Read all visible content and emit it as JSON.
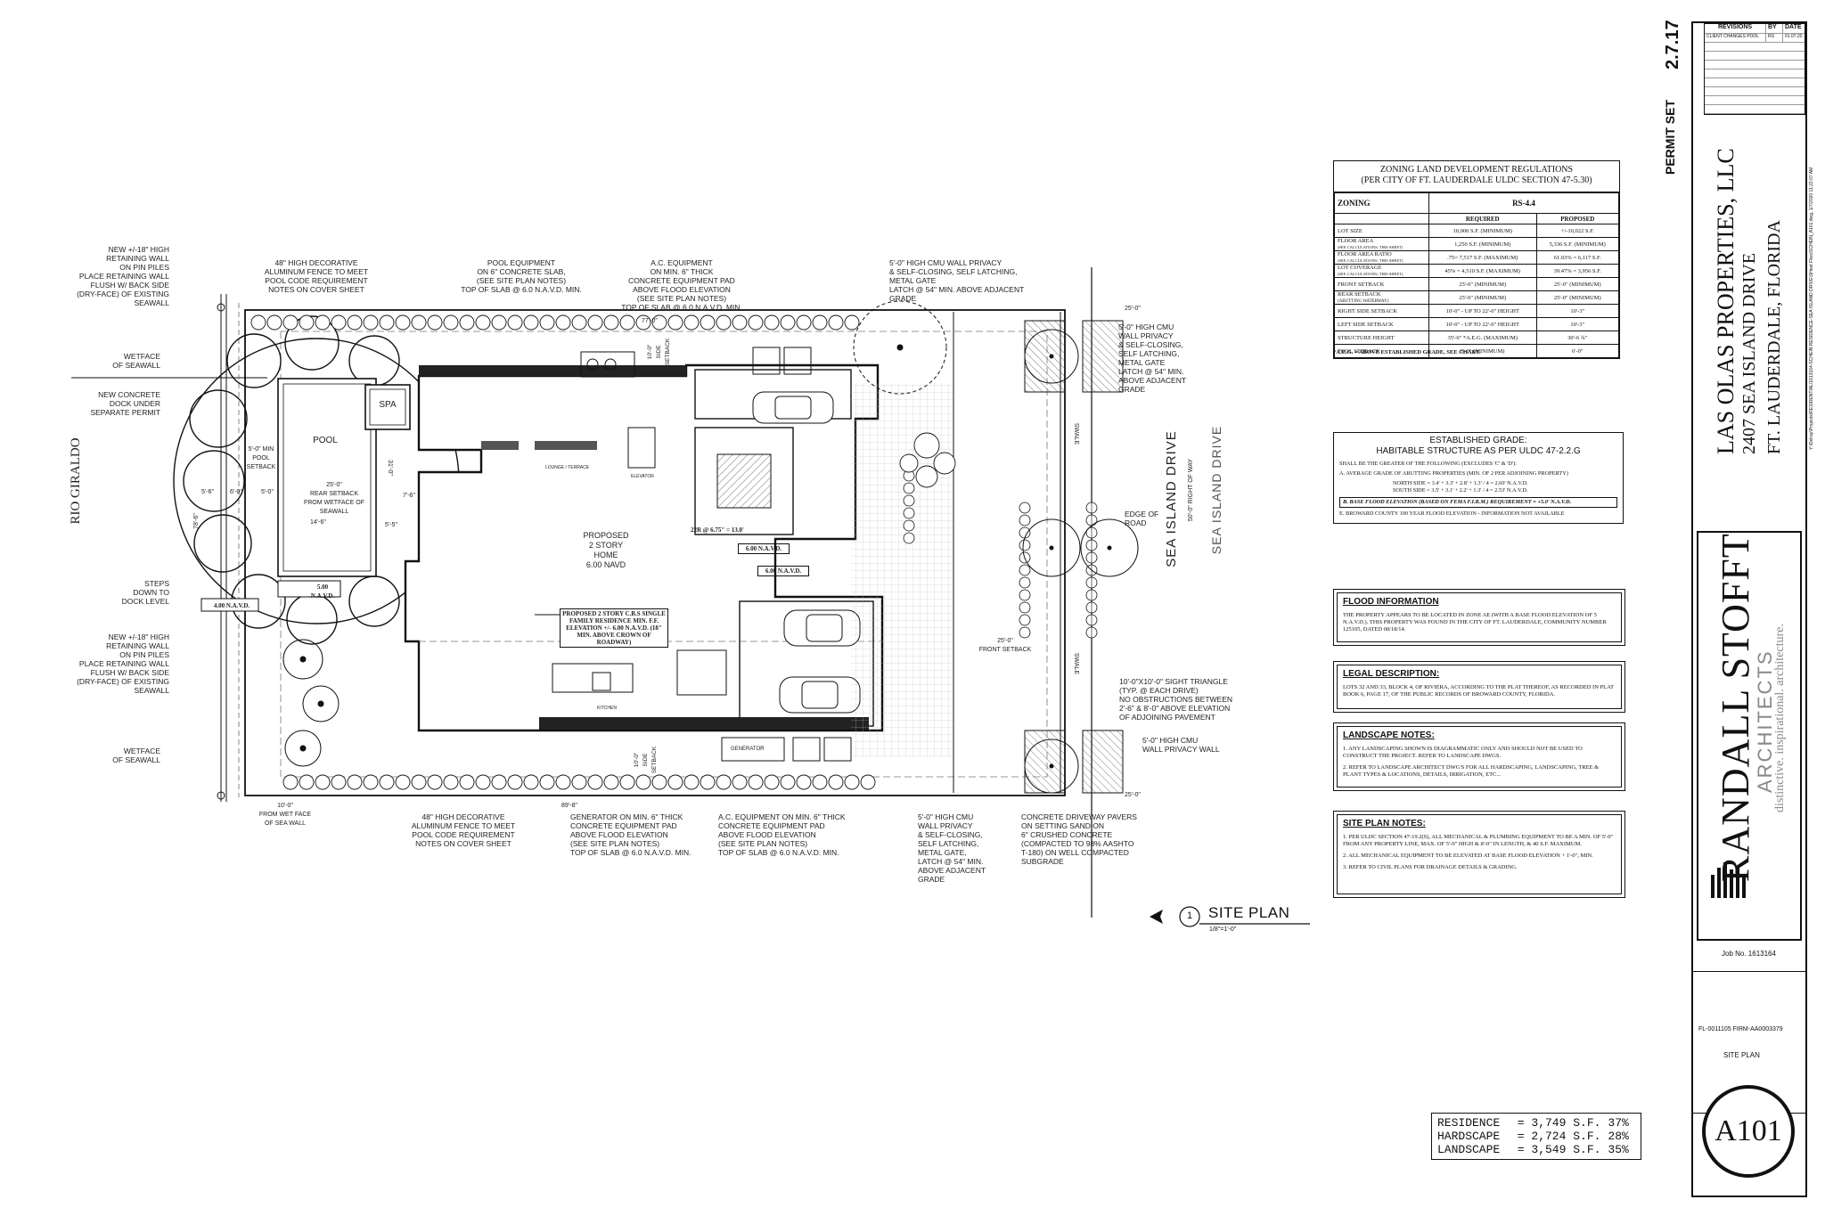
{
  "plan": {
    "title": "SITE PLAN",
    "scale": "1/8\"=1'-0\"",
    "callout_number": "1",
    "labels": {
      "rio_giraldo": "RIO GIRALDO",
      "street_main": "SEA ISLAND DRIVE",
      "street_sub": "SEA ISLAND DRIVE",
      "right_of_way": "50'-0\" RIGHT OF WAY",
      "pool": "POOL",
      "spa": "SPA",
      "home": "PROPOSED\n2 STORY\nHOME\n6.00 NAVD",
      "home_note": "PROPOSED 2 STORY C.B.S SINGLE FAMILY RESIDENCE MIN. F.F. ELEVATION +/- 6.00 N.A.V.D. (18\" MIN. ABOVE CROWN OF ROADWAY)",
      "navd_500": "5.00 N.A.V.D.",
      "navd_400": "4.00 N.A.V.D.",
      "navd_600a": "6.00 N.A.V.D.",
      "navd_600b": "6.00 N.A.V.D.",
      "stair": "22R @ 6.75\" = 13.0'",
      "edge_of_road": "EDGE OF\nROAD",
      "front_setback": "25'-0\"\nFRONT SETBACK",
      "rear_setback": "25'-0\"\nREAR SETBACK\nFROM WETFACE OF SEAWALL",
      "pool_setback": "5'-0\" MIN\nPOOL\nSETBACK",
      "side_setback_top": "10'-0\"\nSIDE\nSETBACK",
      "side_setback_bot": "10'-0\"\nSIDE\nSETBACK",
      "swale_top": "SWALE",
      "swale_bot": "SWALE",
      "dim_77": "77'-0\"",
      "dim_89": "89'-8\"",
      "dim_148": "14'-6\"",
      "dim_10": "10'-0\"\nFROM WET FACE\nOF SEA WALL",
      "dim_25a": "25'-0\"",
      "dim_25b": "25'-0\"",
      "dim_786": "78'-6\"",
      "dim_31": "31'-0\"",
      "dim_55": "5'-5\"",
      "dim_56": "5'-6\"",
      "dim_60": "6'-0\"",
      "dim_50": "5'-0\"",
      "dim_76": "7'-6\"",
      "generator": "GENERATOR",
      "elevator": "ELEVATOR",
      "lounge": "LOUNGE / TERRACE",
      "kitchen": "KITCHEN"
    },
    "notes": {
      "retaining_top": "NEW +/-18\" HIGH\nRETAINING WALL\nON PIN PILES\nPLACE RETAINING WALL\nFLUSH w/ BACK SIDE\n(DRY-FACE) OF EXISTING\nSEAWALL",
      "wetface_top": "WETFACE\nOF SEAWALL",
      "dock": "NEW CONCRETE\nDOCK UNDER\nSEPARATE PERMIT",
      "steps": "STEPS\nDOWN TO\nDOCK LEVEL",
      "retaining_bot": "NEW +/-18\" HIGH\nRETAINING WALL\nON PIN PILES\nPLACE RETAINING WALL\nFLUSH w/ BACK SIDE\n(DRY-FACE) OF EXISTING\nSEAWALL",
      "wetface_bot": "WETFACE\nOF SEAWALL",
      "fence_top": "48\" HIGH DECORATIVE\nALUMINUM FENCE TO MEET\nPOOL CODE REQUIREMENT\nNOTES ON COVER SHEET",
      "pool_equip": "POOL EQUIPMENT\nON 6\" CONCRETE SLAB,\n(SEE SITE PLAN NOTES)\nTOP OF SLAB @ 6.0 N.A.V.D. MIN.",
      "ac_top": "A.C. EQUIPMENT\nON MIN. 6\" THICK\nCONCRETE EQUIPMENT PAD\nABOVE FLOOD ELEVATION\n(SEE SITE PLAN NOTES)\nTOP OF SLAB @ 6.0 N.A.V.D. MIN.",
      "cmu_top": "5'-0\" HIGH CMU WALL PRIVACY\n& SELF-CLOSING, SELF LATCHING,\nMETAL GATE\nLATCH @ 54\" MIN. ABOVE ADJACENT\nGRADE",
      "cmu_right": "5'-0\" HIGH CMU\nWALL PRIVACY\n& SELF-CLOSING,\nSELF LATCHING,\nMETAL GATE\nLATCH @ 54\" MIN.\nABOVE ADJACENT\nGRADE",
      "sight": "10'-0\"x10'-0\" SIGHT TRIANGLE\n(TYP. @ EACH DRIVE)\nNO OBSTRUCTIONS BETWEEN\n2'-6\" & 8'-0\" ABOVE ELEVATION\nOF ADJOINING PAVEMENT",
      "cmu_privacy": "5'-0\" HIGH CMU\nWALL PRIVACY WALL",
      "fence_bot": "48\" HIGH DECORATIVE\nALUMINUM FENCE TO MEET\nPOOL CODE REQUIREMENT\nNOTES ON COVER SHEET",
      "generator": "GENERATOR ON MIN. 6\" THICK\nCONCRETE EQUIPMENT PAD\nABOVE FLOOD ELEVATION\n(SEE SITE PLAN NOTES)\nTOP OF SLAB @ 6.0 N.A.V.D. MIN.",
      "ac_bot": "A.C. EQUIPMENT ON MIN. 6\" THICK\nCONCRETE EQUIPMENT PAD\nABOVE FLOOD ELEVATION\n(SEE SITE PLAN NOTES)\nTOP OF SLAB @ 6.0 N.A.V.D. MIN.",
      "cmu_bot": "5'-0\" HIGH CMU\nWALL PRIVACY\n& SELF-CLOSING,\nSELF LATCHING,\nMETAL GATE,\nLATCH @ 54\" MIN.\nABOVE ADJACENT\nGRADE",
      "pavers": "CONCRETE DRIVEWAY PAVERS\nON SETTING SAND ON\n6\" CRUSHED CONCRETE\n(COMPACTED TO 98% AASHTO\nT-180) ON WELL COMPACTED\nSUBGRADE"
    }
  },
  "zoning": {
    "title": "ZONING  LAND DEVELOPMENT REGULATIONS\n(PER CITY OF FT. LAUDERDALE ULDC SECTION 47-5.30)",
    "zoning_label": "ZONING",
    "zoning_value": "RS-4.4",
    "col_required": "REQUIRED",
    "col_proposed": "PROPOSED",
    "rows": [
      {
        "label": "LOT SIZE",
        "sub": "",
        "required": "10,000 S.F. (MINIMUM)",
        "proposed": "+/-10,022 S.F."
      },
      {
        "label": "FLOOR AREA",
        "sub": "(SEE CALCULATIONS, THIS SHEET)",
        "required": "1,250 S.F. (MINIMUM)",
        "proposed": "5,336 S.F. (MINIMUM)"
      },
      {
        "label": "FLOOR AREA RATIO",
        "sub": "(SEE CALCULATIONS, THIS SHEET)",
        "required": ".75= 7,517 S.F. (MAXIMUM)",
        "proposed": "61.03% = 6,117 S.F."
      },
      {
        "label": "LOT COVERAGE",
        "sub": "(SEE CALCULATIONS, THIS SHEET)",
        "required": "45% = 4,510 S.F. (MAXIMUM)",
        "proposed": "39.47% = 3,956 S.F."
      },
      {
        "label": "FRONT SETBACK",
        "sub": "",
        "required": "25'-0\" (MINIMUM)",
        "proposed": "25'-0\" (MINIMUM)"
      },
      {
        "label": "REAR SETBACK",
        "sub": "(ABUTTING WATERWAY)",
        "required": "25'-0\" (MINIMUM)",
        "proposed": "25'-0\" (MINIMUM)"
      },
      {
        "label": "RIGHT SIDE SETBACK",
        "sub": "",
        "required": "10'-0\" - UP TO 22'-0\" HEIGHT",
        "proposed": "10'-3\""
      },
      {
        "label": "LEFT SIDE SETBACK",
        "sub": "",
        "required": "10'-0\" - UP TO 22'-0\" HEIGHT",
        "proposed": "10'-3\""
      },
      {
        "label": "STRUCTURE HEIGHT",
        "sub": "",
        "required": "35'-0\" *A.E.G. (MAXIMUM)",
        "proposed": "30'-6 ¾\""
      },
      {
        "label": "POOL SETBACK",
        "sub": "",
        "required": "5'-0\" (MINIMUM)",
        "proposed": "6'-0\""
      }
    ],
    "footnote": "*A.E.G. = ABOVE ESTABLISHED GRADE, SEE CHART."
  },
  "grade": {
    "title": "ESTABLISHED GRADE:\nHABITABLE  STRUCTURE AS PER ULDC 47-2.2.G",
    "intro": "SHALL BE THE GREATER OF THE FOLLOWING (EXCLUDES 'C' & 'D'):",
    "a": "A.     AVERAGE GRADE OF ABUTTING PROPERTIES (MIN. OF 2 PER ADJOINING PROPERTY)",
    "a_north": "NORTH SIDE = 3.4' + 3.3' + 2.8' + 1.3' / 4 = 2.60' N.A.V.D.",
    "a_south": "SOUTH SIDE = 3.5' + 3.1' + 2.2' + 1.3' / 4 = 2.53' N.A.V.D.",
    "b": "B.     BASE FLOOD ELEVATION (BASED ON FEMA F.I.R.M.) REQUIREMENT  = +5.0' N.A.V.D.",
    "e": "E.     BROWARD COUNTY 100 YEAR FLOOD ELEVATION - INFORMATION NOT AVAILABLE"
  },
  "flood": {
    "title": "FLOOD INFORMATION",
    "text": "THE PROPERTY APPEARS TO BE LOCATED IN ZONE AE (WITH A BASE FLOOD ELEVATION OF 5 N.A.V.D.). THIS PROPERTY WAS FOUND IN THE CITY OF FT. LAUDERDALE, COMMUNITY NUMBER 125105, DATED 08/18/14."
  },
  "legal": {
    "title": "LEGAL DESCRIPTION:",
    "text": "LOTS 32 AND 33, BLOCK 4, OF RIVIERA, ACCORDING TO THE PLAT THEREOF, AS RECORDED IN PLAT BOOK 6, PAGE 17, OF THE PUBLIC RECORDS OF BROWARD COUNTY, FLORIDA."
  },
  "landscape": {
    "title": "LANDSCAPE NOTES:",
    "items": [
      "1. ANY LANDSCAPING SHOWN IS DIAGRAMMATIC ONLY AND SHOULD NOT BE USED TO CONSTRUCT THE PROJECT. REFER TO LANDSCAPE DWGs.",
      "2. REFER TO LANDSCAPE ARCHITECT DWG's FOR ALL HARDSCAPING, LANDSCAPING, TREE & PLANT TYPES & LOCATIONS, DETAILS, IRRIGATION, ETC..."
    ]
  },
  "siteplan_notes": {
    "title": "SITE PLAN NOTES:",
    "items": [
      "1. PER ULDC SECTION 47-19.2(S), ALL MECHANICAL & PLUMBING EQUIPMENT TO BE A MIN. OF 5'-0\" FROM ANY PROPERTY LINE, MAX. OF 5'-0\" HIGH & 8'-0\" IN LENGTH, & 40 S.F. MAXIMUM.",
      "2. ALL MECHANICAL EQUIPMENT TO BE ELEVATED AT BASE FLOOD ELEVATION + 1'-0\", MIN.",
      "3. REFER TO CIVIL PLANS FOR DRAINAGE DETAILS & GRADING."
    ]
  },
  "areas": [
    {
      "label": "RESIDENCE",
      "value": "3,749 S.F.",
      "pct": "37%"
    },
    {
      "label": "HARDSCAPE",
      "value": "2,724 S.F.",
      "pct": "28%"
    },
    {
      "label": "LANDSCAPE",
      "value": "3,549 S.F.",
      "pct": "35%"
    }
  ],
  "title_block": {
    "revisions_header": "REVISIONS",
    "by_header": "BY",
    "date_header": "DATE",
    "rev1": "CLIENT CHANGES POOL",
    "rev1_by": "RS",
    "rev1_date": "01.07.20",
    "permit_set": "PERMIT SET",
    "date": "2.7.17",
    "client": "LAS OLAS PROPERTIES, LLC",
    "address1": "2407 SEA ISLAND DRIVE",
    "address2": "FT. LAUDERDALE, FLORIDA",
    "file_path": "Y:\\Delray\\Projects\\RESIDENTIAL\\1613164-SCHEIN RESIDENCE-SEA ISLAND DRIVE\\SHeet Files\\SCHEIN_A101.dwg, 1/7/2020 11:22:07 AM",
    "firm_name": "RANDALL STOFFT",
    "firm_sub": "ARCHITECTS",
    "firm_tag": "distinctive. inspirational. architecture.",
    "job_no": "Job No. 1613164",
    "license": "FL-0011105   FIRM-AA0003379",
    "sheet_title": "SITE PLAN",
    "sheet_no": "A101"
  }
}
